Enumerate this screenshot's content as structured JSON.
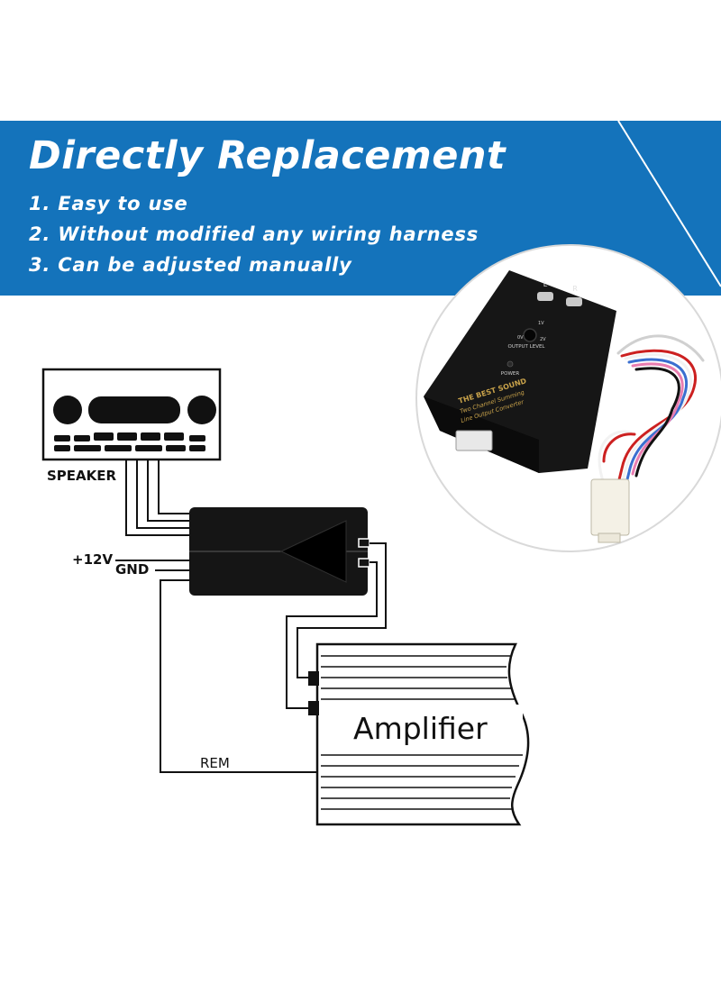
{
  "banner": {
    "headline": "Directly Replacement",
    "features": [
      "1. Easy to use",
      "2. Without modified any wiring harness",
      "3. Can be adjusted manually"
    ]
  },
  "product": {
    "channel_left": "L",
    "channel_right": "R",
    "knob_min": "0V",
    "knob_mid": "1V",
    "knob_max": "2V",
    "output_level": "OUTPUT LEVEL",
    "power": "POWER",
    "brand": "THE BEST SOUND",
    "subtitle_1": "Two Channel Summing",
    "subtitle_2": "Line Output Converter"
  },
  "diagram": {
    "speaker_label": "SPEAKER",
    "plus12v_label": "+12V",
    "gnd_label": "GND",
    "rem_label": "REM",
    "amplifier_label": "Amplifier"
  },
  "colors": {
    "banner_blue": "#1473bb",
    "device_black": "#141414",
    "brand_gold": "#c8a24a"
  }
}
